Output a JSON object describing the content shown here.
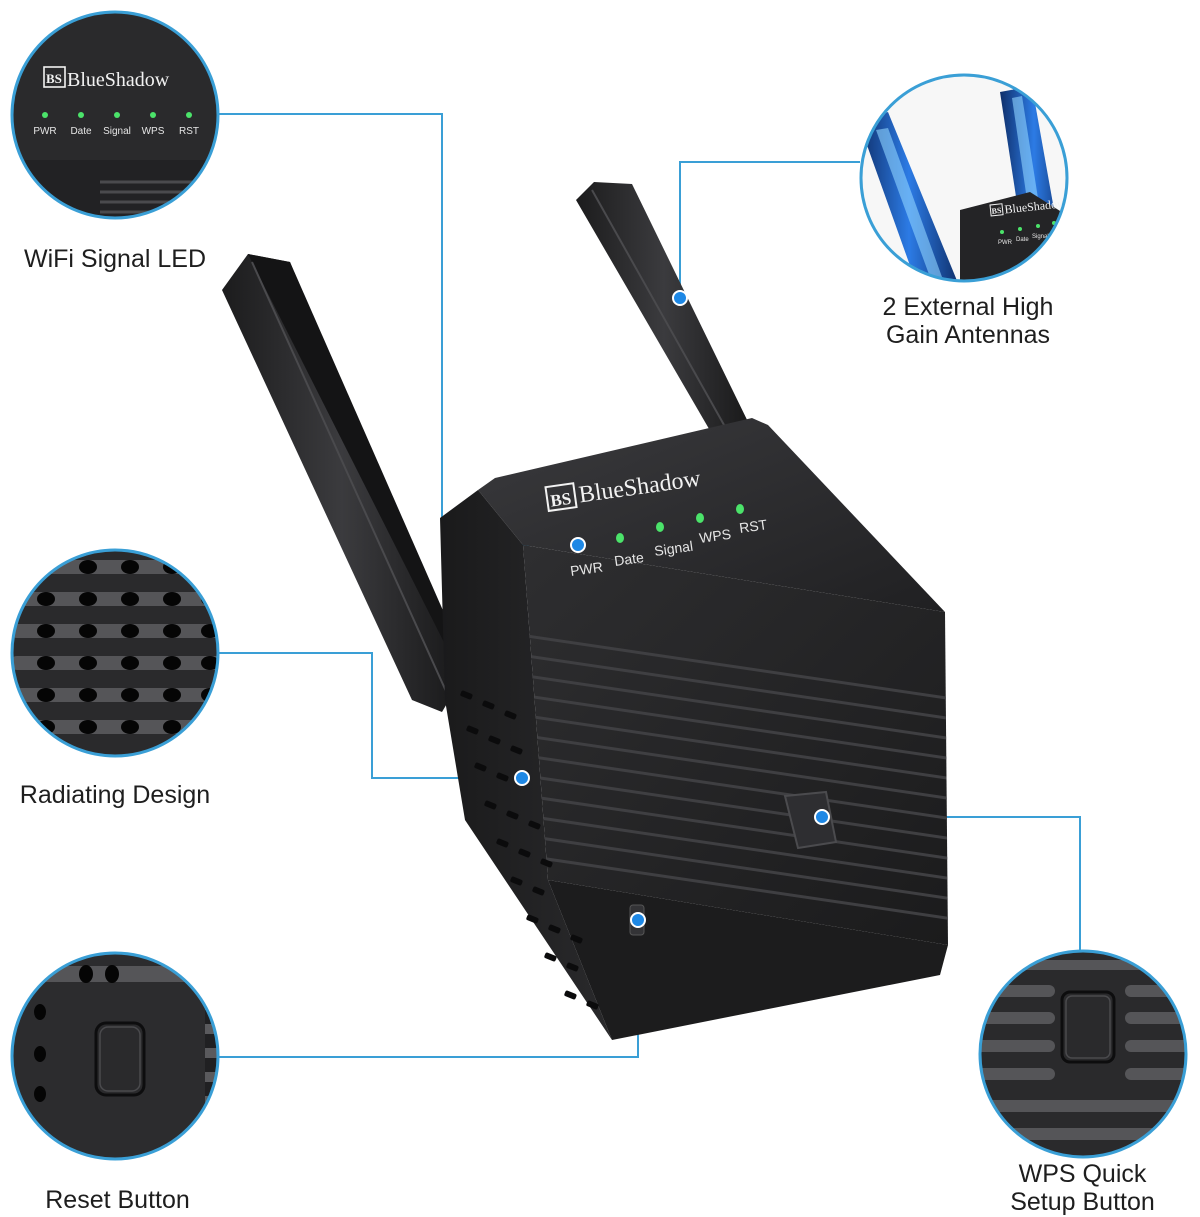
{
  "brand": {
    "name": "BlueShadow",
    "logo_letters": "BS"
  },
  "leds": [
    "PWR",
    "Date",
    "Signal",
    "WPS",
    "RST"
  ],
  "captions": {
    "wifi_led": "WiFi Signal LED",
    "antennas_line1": "2 External High",
    "antennas_line2": "Gain Antennas",
    "radiating": "Radiating Design",
    "reset": "Reset Button",
    "wps_line1": "WPS Quick",
    "wps_line2": "Setup Button"
  },
  "colors": {
    "callout_line": "#3a9fd6",
    "callout_dot": "#1e88e5",
    "device_body": "#2b2b2d",
    "led_green": "#4be36a"
  }
}
